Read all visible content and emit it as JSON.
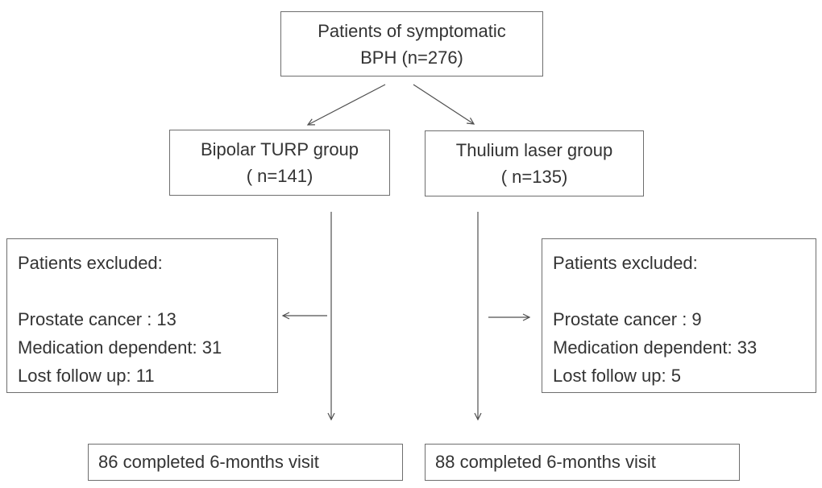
{
  "colors": {
    "background": "#ffffff",
    "box_border": "#6e6e6e",
    "text": "#333333",
    "arrow": "#4f4f4f"
  },
  "flowchart": {
    "enrollment": {
      "line1": "Patients of symptomatic",
      "line2": "BPH (n=276)"
    },
    "turp_group": {
      "line1": "Bipolar TURP group",
      "line2": "( n=141)"
    },
    "laser_group": {
      "line1": "Thulium laser group",
      "line2": "( n=135)"
    },
    "turp_excluded": {
      "title": "Patients excluded:",
      "items": [
        "Prostate cancer : 13",
        "Medication dependent: 31",
        "Lost follow up: 11"
      ]
    },
    "laser_excluded": {
      "title": "Patients excluded:",
      "items": [
        "Prostate cancer : 9",
        "Medication dependent: 33",
        "Lost follow up: 5"
      ]
    },
    "turp_completed": "86 completed 6-months visit",
    "laser_completed": "88 completed 6-months visit"
  }
}
